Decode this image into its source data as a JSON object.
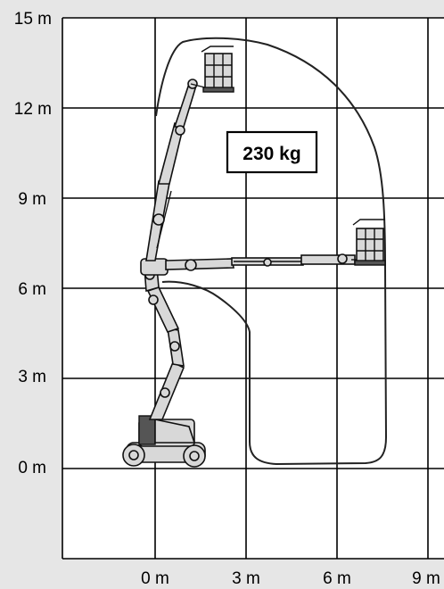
{
  "diagram": {
    "y_labels": [
      "15 m",
      "12 m",
      "9 m",
      "6 m",
      "3 m",
      "0 m"
    ],
    "x_labels": [
      "0 m",
      "3 m",
      "6 m",
      "9 m"
    ],
    "capacity_label": "230 kg"
  }
}
